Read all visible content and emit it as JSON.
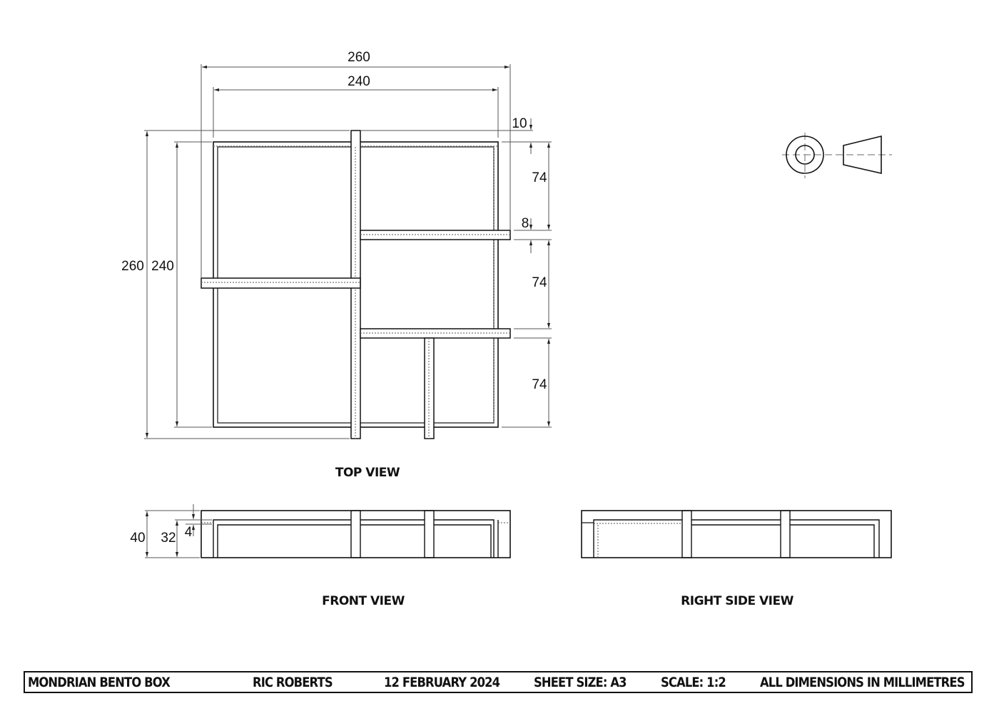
{
  "drawing": {
    "title": "MONDRIAN BENTO BOX",
    "author": "RIC ROBERTS",
    "date": "12 FEBRUARY 2024",
    "sheet_size": "SHEET SIZE: A3",
    "scale": "SCALE: 1:2",
    "units_note": "ALL DIMENSIONS IN MILLIMETRES",
    "projection_symbol": "third-angle-projection-icon"
  },
  "views": {
    "top": {
      "label": "TOP VIEW",
      "dimensions": {
        "overall_width": "260",
        "inner_width": "240",
        "overall_depth": "260",
        "inner_depth": "240",
        "wall_offset": "10",
        "compartment_1": "74",
        "divider_thickness": "8",
        "compartment_2": "74",
        "compartment_3": "74"
      }
    },
    "front": {
      "label": "FRONT VIEW",
      "dimensions": {
        "overall_height": "40",
        "inner_height": "32",
        "lid_recess": "4"
      }
    },
    "right_side": {
      "label": "RIGHT SIDE VIEW"
    }
  },
  "colors": {
    "line": "#111111",
    "dimension_line": "#555555",
    "center_line": "#888888",
    "background": "#ffffff"
  }
}
